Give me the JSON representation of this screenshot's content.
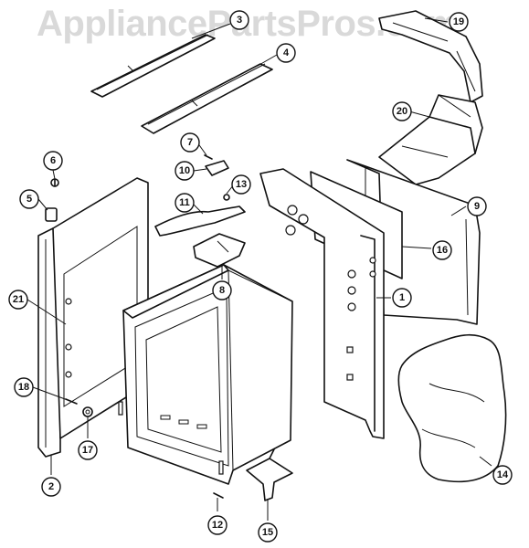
{
  "watermark": "AppliancePartsPros.com",
  "callouts": [
    {
      "id": "3",
      "label": "3"
    },
    {
      "id": "4",
      "label": "4"
    },
    {
      "id": "19",
      "label": "19"
    },
    {
      "id": "20",
      "label": "20"
    },
    {
      "id": "6",
      "label": "6"
    },
    {
      "id": "7",
      "label": "7"
    },
    {
      "id": "10",
      "label": "10"
    },
    {
      "id": "13",
      "label": "13"
    },
    {
      "id": "5",
      "label": "5"
    },
    {
      "id": "11",
      "label": "11"
    },
    {
      "id": "9",
      "label": "9"
    },
    {
      "id": "16",
      "label": "16"
    },
    {
      "id": "8",
      "label": "8"
    },
    {
      "id": "1",
      "label": "1"
    },
    {
      "id": "21",
      "label": "21"
    },
    {
      "id": "18",
      "label": "18"
    },
    {
      "id": "17",
      "label": "17"
    },
    {
      "id": "14",
      "label": "14"
    },
    {
      "id": "2",
      "label": "2"
    },
    {
      "id": "12",
      "label": "12"
    },
    {
      "id": "15",
      "label": "15"
    }
  ]
}
